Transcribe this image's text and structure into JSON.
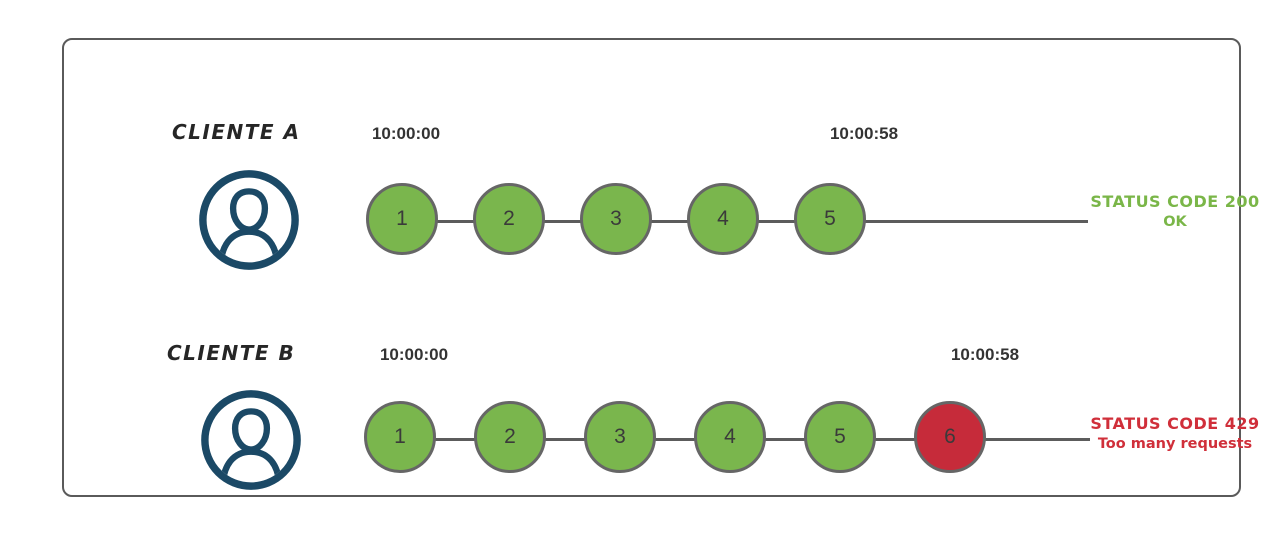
{
  "panel": {
    "clients": [
      {
        "name": "CLIENTE A",
        "start_time": "10:00:00",
        "end_time": "10:00:58",
        "requests": [
          {
            "label": "1",
            "state": "ok"
          },
          {
            "label": "2",
            "state": "ok"
          },
          {
            "label": "3",
            "state": "ok"
          },
          {
            "label": "4",
            "state": "ok"
          },
          {
            "label": "5",
            "state": "ok"
          }
        ],
        "status": {
          "code_line": "STATUS CODE 200",
          "detail_line": "OK"
        }
      },
      {
        "name": "CLIENTE B",
        "start_time": "10:00:00",
        "end_time": "10:00:58",
        "requests": [
          {
            "label": "1",
            "state": "ok"
          },
          {
            "label": "2",
            "state": "ok"
          },
          {
            "label": "3",
            "state": "ok"
          },
          {
            "label": "4",
            "state": "ok"
          },
          {
            "label": "5",
            "state": "ok"
          },
          {
            "label": "6",
            "state": "limited"
          }
        ],
        "status": {
          "code_line": "STATUS CODE 429",
          "detail_line": "Too many requests"
        }
      }
    ],
    "icons": [
      {
        "name": "user-icon"
      },
      {
        "name": "user-icon"
      }
    ],
    "colors": {
      "ok_fill": "#7ab64d",
      "limited_fill": "#c62b3a",
      "ok_text": "#7ab648",
      "limited_text": "#d02f3a",
      "node_border": "#666666",
      "timeline_line": "#5c5c5c",
      "user_icon": "#1b4966",
      "frame_border": "#5a5a5a",
      "timestamp_text": "#333333"
    }
  }
}
